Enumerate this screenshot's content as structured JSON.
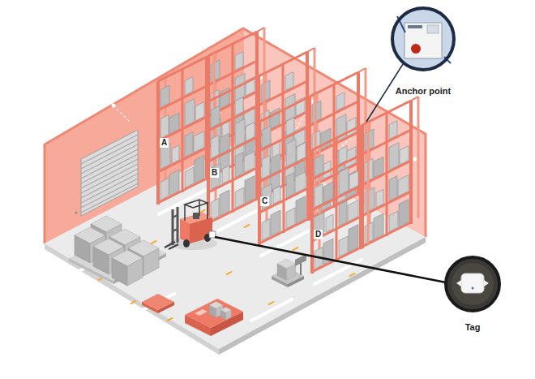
{
  "diagram": {
    "nodes": [
      {
        "text": [
          "Anchor point"
        ]
      },
      {
        "text": [
          "Tag"
        ]
      }
    ],
    "labels": [
      "A",
      "B",
      "C",
      "D"
    ]
  }
}
